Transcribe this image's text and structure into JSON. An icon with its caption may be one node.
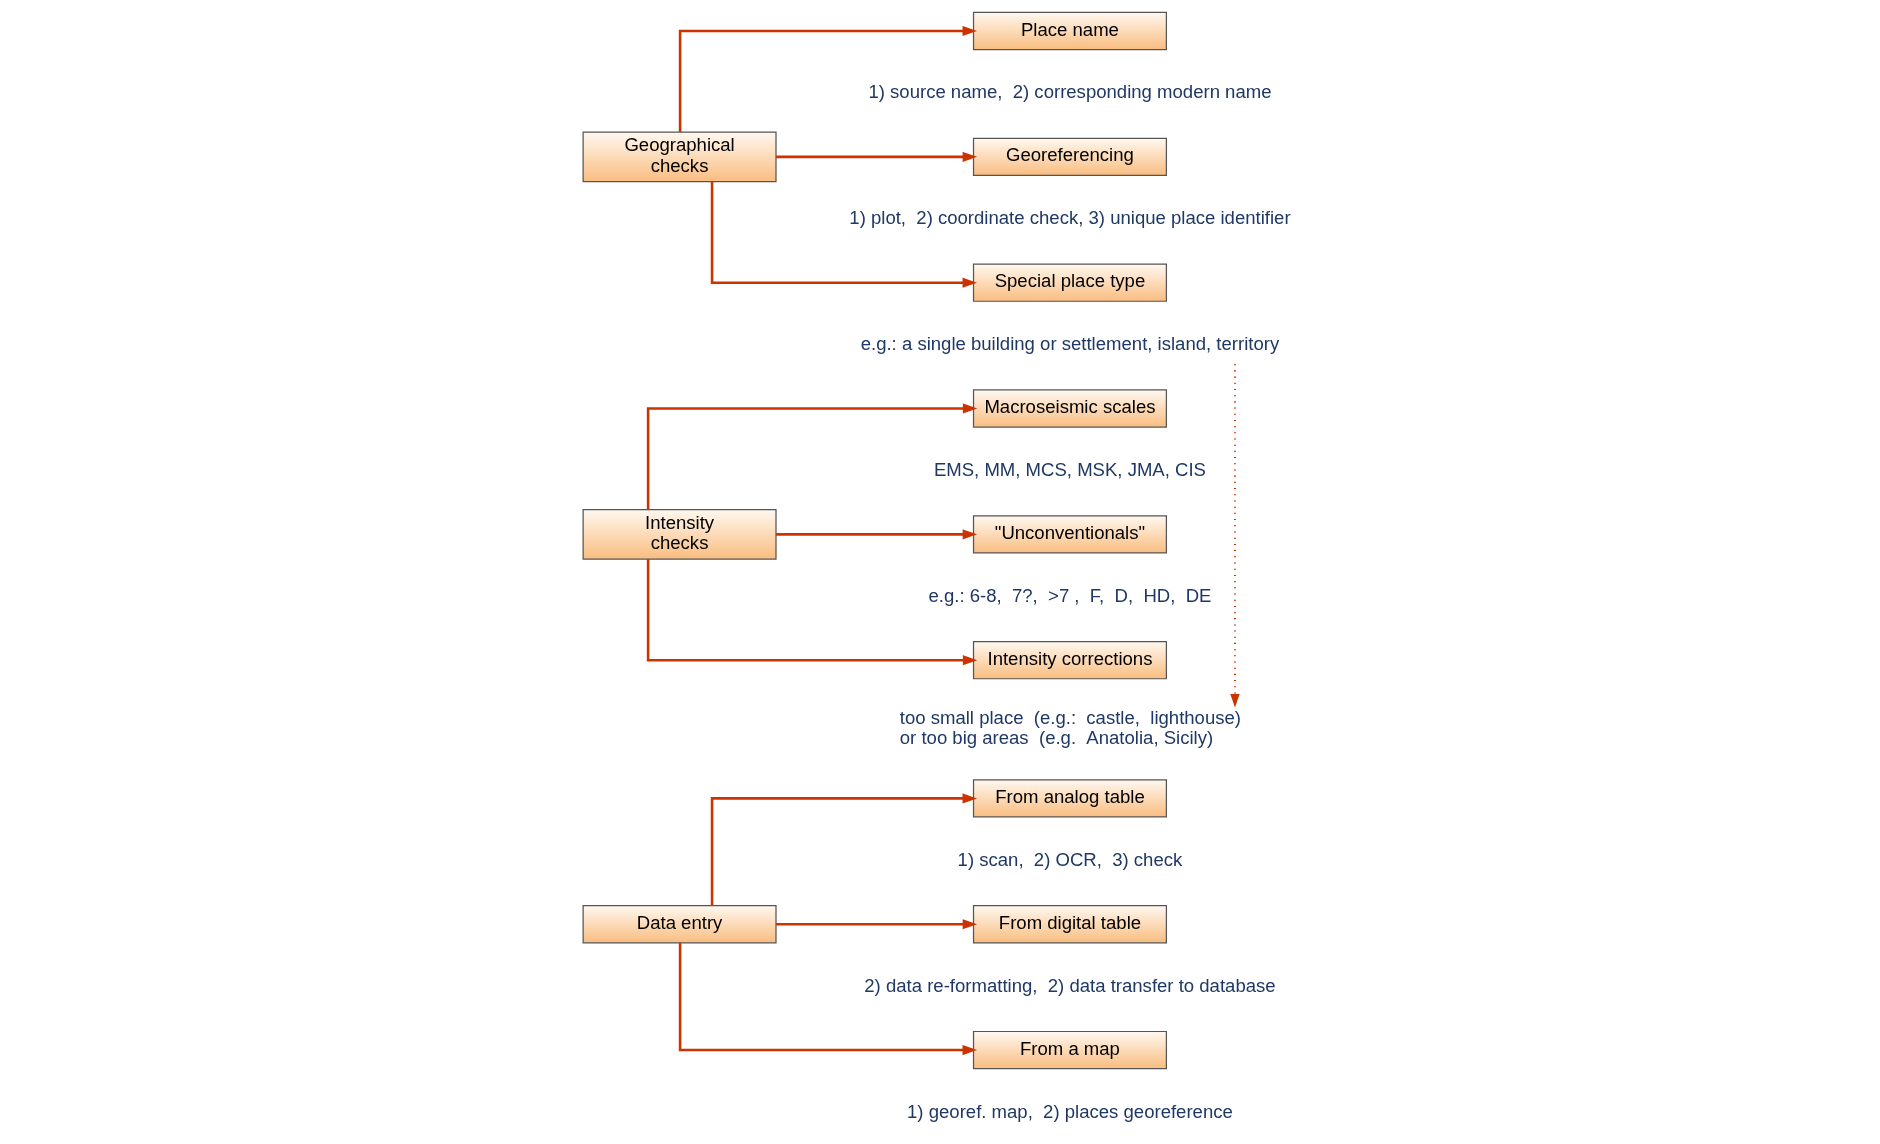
{
  "diagram": {
    "nodes": [
      {
        "text": [
          "Data entry"
        ]
      },
      {
        "text": [
          "From analog table"
        ],
        "beside": [
          "1) scan,  2) OCR,  3) check"
        ]
      },
      {
        "text": [
          "From digital table"
        ],
        "beside": [
          "2) data re-formatting,  2) data transfer to database"
        ]
      },
      {
        "text": [
          "From a map"
        ],
        "beside": [
          "1) georef. map,  2) places georeference"
        ]
      },
      {
        "text": [
          "Geographical checks"
        ]
      },
      {
        "text": [
          "Place name"
        ],
        "beside": [
          "1) source name,  2) corresponding modern name"
        ]
      },
      {
        "text": [
          "Georeferencing"
        ],
        "beside": [
          "1) plot,  2) coordinate check, 3) unique place identifier"
        ]
      },
      {
        "text": [
          "Special place type"
        ]
      },
      {
        "text": [
          "Intensity checks"
        ]
      },
      {
        "text": [
          "Macroseismic scales"
        ],
        "beside": [
          "EMS, MM, MCS, MSK, JMA, CIS"
        ]
      },
      {
        "text": [
          "\"Unconventionals\""
        ],
        "beside": [
          "e.g.: 6-8,  7?,  >7 ,  F,  D,  HD,  DE"
        ]
      },
      {
        "text": [
          "Intensity corrections"
        ]
      },
      {
        "text": [
          "e.g.: a single building or settlement, island, territory"
        ]
      },
      {
        "text": [
          "too small place  (e.g.:  castle,  lighthouse) or too big areas  (e.g.  Anatolia, Sicily)"
        ]
      }
    ],
    "edges": [
      {
        "from": 0,
        "to": 1,
        "arrow": "to"
      },
      {
        "from": 0,
        "to": 2,
        "arrow": "to"
      },
      {
        "from": 0,
        "to": 3,
        "arrow": "to"
      },
      {
        "from": 4,
        "to": 5,
        "arrow": "to"
      },
      {
        "from": 4,
        "to": 6,
        "arrow": "to"
      },
      {
        "from": 4,
        "to": 7,
        "arrow": "to"
      },
      {
        "from": 8,
        "to": 9,
        "arrow": "to"
      },
      {
        "from": 8,
        "to": 10,
        "arrow": "to"
      },
      {
        "from": 8,
        "to": 11,
        "arrow": "to"
      },
      {
        "from": 12,
        "to": 13,
        "arrow": "to",
        "style": "dashed"
      }
    ]
  }
}
